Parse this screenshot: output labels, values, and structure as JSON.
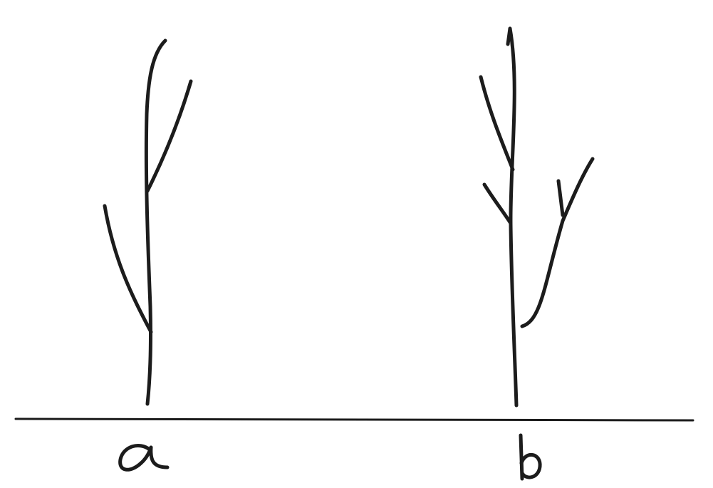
{
  "diagram": {
    "ink_color": "#1c1c1c",
    "background": "#ffffff",
    "plants": [
      {
        "id": "a",
        "label": "a",
        "branch_count": 2
      },
      {
        "id": "b",
        "label": "b",
        "branch_count": 3
      }
    ]
  }
}
